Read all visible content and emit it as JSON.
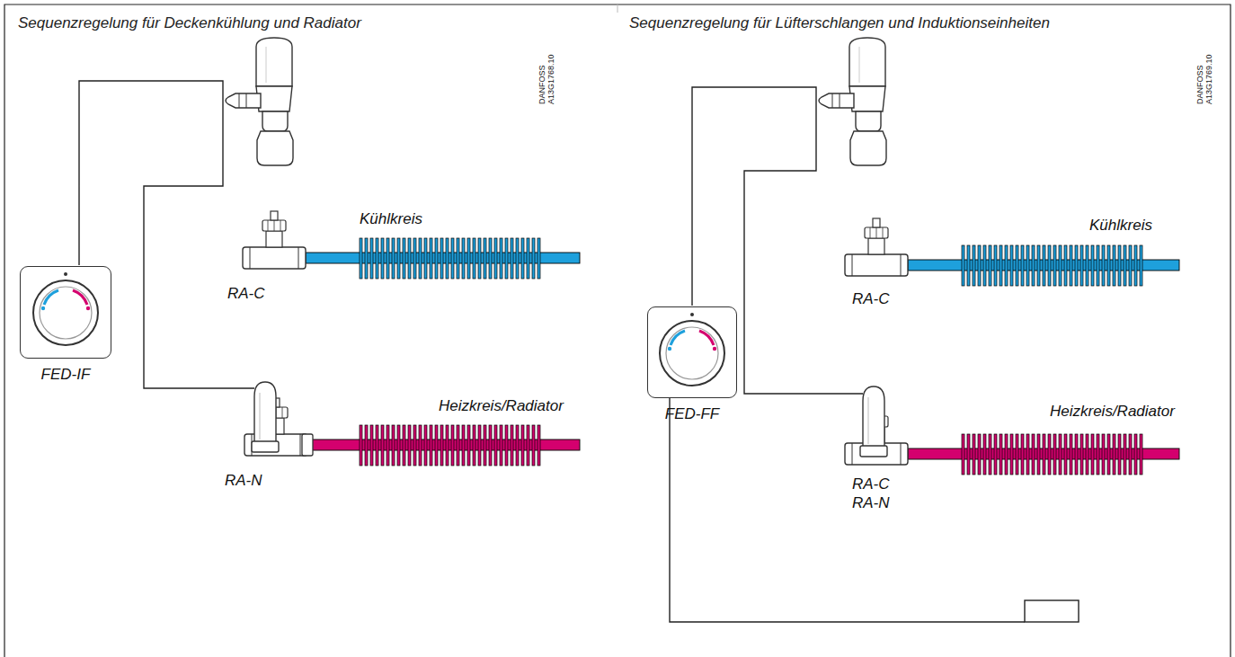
{
  "diagram": {
    "nodes": [
      {
        "text": [
          "Sequenzregelung für Deckenkühlung und Radiator"
        ]
      },
      {
        "text": [
          "FED-IF"
        ],
        "in": 0
      },
      {
        "text": [
          "RA-C"
        ],
        "in": 0
      },
      {
        "text": [
          "RA-N"
        ],
        "in": 0
      },
      {
        "text": [
          "Sequenzregelung für Lüfterschlangen und Induktionseinheiten"
        ]
      },
      {
        "text": [
          "FED-FF"
        ],
        "in": 4
      },
      {
        "text": [
          "RA-C"
        ],
        "in": 4
      },
      {
        "text": [
          "RA-C",
          "RA-N"
        ],
        "in": 4
      }
    ],
    "labels": [
      "Kühlkreis",
      "Heizkreis/Radiator",
      "DANFOSS A13G1768.10",
      "Kühlkreis",
      "Heizkreis/Radiator",
      "DANFOSS A13G1769.10"
    ]
  }
}
